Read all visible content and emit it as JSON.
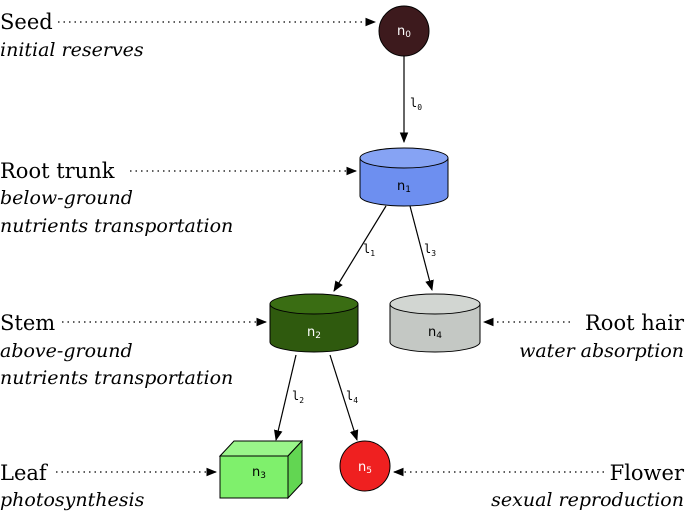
{
  "nodes": [
    {
      "id": "n",
      "sub": "0",
      "shape": "circle",
      "color": "#3d1a1d",
      "text_color": "#ffffff"
    },
    {
      "id": "n",
      "sub": "1",
      "shape": "cylinder",
      "color": "#6d8ff0",
      "text_color": "#000000"
    },
    {
      "id": "n",
      "sub": "2",
      "shape": "cylinder",
      "color": "#2f5a0e",
      "text_color": "#ffffff"
    },
    {
      "id": "n",
      "sub": "3",
      "shape": "cube",
      "color": "#7ff06c",
      "text_color": "#000000"
    },
    {
      "id": "n",
      "sub": "4",
      "shape": "cylinder",
      "color": "#c4c8c4",
      "text_color": "#000000"
    },
    {
      "id": "n",
      "sub": "5",
      "shape": "circle",
      "color": "#ef2020",
      "text_color": "#ffffff"
    }
  ],
  "edges": [
    {
      "id": "l",
      "sub": "0",
      "from": 0,
      "to": 1
    },
    {
      "id": "l",
      "sub": "1",
      "from": 1,
      "to": 2
    },
    {
      "id": "l",
      "sub": "3",
      "from": 1,
      "to": 4
    },
    {
      "id": "l",
      "sub": "2",
      "from": 2,
      "to": 3
    },
    {
      "id": "l",
      "sub": "4",
      "from": 2,
      "to": 5
    }
  ],
  "labels": {
    "seed": {
      "title": "Seed",
      "sub": [
        "initial reserves"
      ]
    },
    "root_trunk": {
      "title": "Root trunk",
      "sub": [
        "below-ground",
        "nutrients transportation"
      ]
    },
    "stem": {
      "title": "Stem",
      "sub": [
        "above-ground",
        "nutrients transportation"
      ]
    },
    "leaf": {
      "title": "Leaf",
      "sub": [
        "photosynthesis"
      ]
    },
    "root_hair": {
      "title": "Root hair",
      "sub": [
        "water absorption"
      ]
    },
    "flower": {
      "title": "Flower",
      "sub": [
        "sexual reproduction"
      ]
    }
  }
}
